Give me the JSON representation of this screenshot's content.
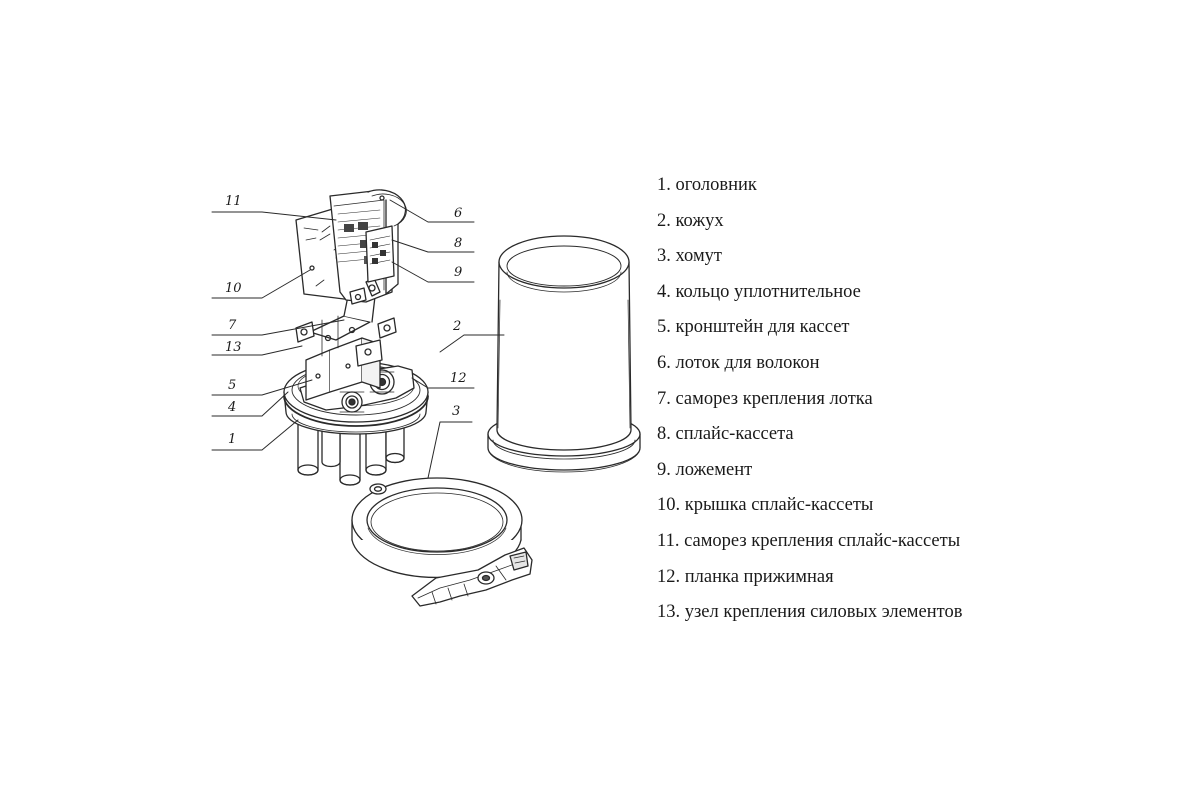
{
  "legend": {
    "items": [
      "1. оголовник",
      "2. кожух",
      "3. хомут",
      "4. кольцо уплотнительное",
      "5. кронштейн для кассет",
      "6. лоток для волокон",
      "7. саморез крепления лотка",
      "8. сплайс-кассета",
      "9. ложемент",
      "10. крышка сплайс-кассеты",
      "11. саморез крепления сплайс-кассеты",
      "12. планка прижимная",
      "13. узел крепления силовых элементов"
    ]
  },
  "callouts": {
    "c1": "1",
    "c2": "2",
    "c3": "3",
    "c4": "4",
    "c5": "5",
    "c6": "6",
    "c7": "7",
    "c8": "8",
    "c9": "9",
    "c10": "10",
    "c11": "11",
    "c12": "12",
    "c13": "13"
  }
}
